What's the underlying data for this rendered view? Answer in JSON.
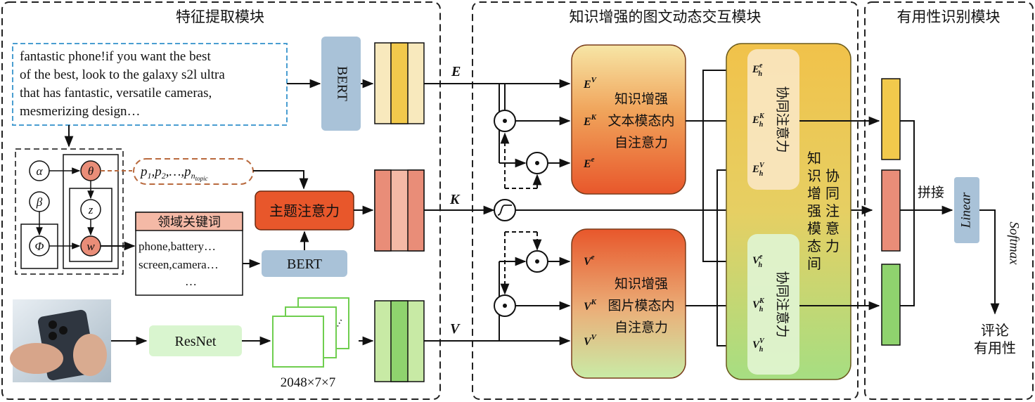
{
  "sections": {
    "feature": "特征提取模块",
    "interaction": "知识增强的图文动态交互模块",
    "usefulness": "有用性识别模块"
  },
  "review_text": [
    "fantastic phone!if you want the best",
    "of the best, look to the galaxy s2l ultra",
    "that has fantastic, versatile cameras,",
    "mesmerizing design…"
  ],
  "bert_top": "BERT",
  "bert_bottom": "BERT",
  "topic_words_label": "p1,p2,…,pntopic",
  "topic_attention": "主题注意力",
  "domain_keywords": {
    "title": "领域关键词",
    "lines": [
      "phone,battery…",
      "screen,camera…",
      "…"
    ]
  },
  "lda": {
    "alpha": "α",
    "beta": "β",
    "phi": "Φ",
    "theta": "θ",
    "z": "z",
    "w": "w"
  },
  "resnet": "ResNet",
  "feature_map_size": "2048×7×7",
  "vec_labels": {
    "E": "E",
    "K": "K",
    "V": "V"
  },
  "text_intra": [
    "知识增强",
    "文本模态内",
    "自注意力"
  ],
  "image_intra": [
    "知识增强",
    "图片模态内",
    "自注意力"
  ],
  "text_outputs": [
    "E^V",
    "E^K",
    "E^e"
  ],
  "image_outputs": [
    "V^e",
    "V^K",
    "V^V"
  ],
  "inter": [
    "知",
    "识",
    "增",
    "强",
    "模",
    "态",
    "间"
  ],
  "inter2": [
    "协",
    "同",
    "注",
    "意",
    "力"
  ],
  "coatt_top": "协同注意力",
  "coatt_bottom": "协同注意力",
  "coatt_top_inputs": [
    "E^e_h",
    "E^K_h",
    "E^V_h"
  ],
  "coatt_bottom_inputs": [
    "V^e_h",
    "V^K_h",
    "V^V_h"
  ],
  "concat": "拼接",
  "linear": "Linear",
  "softmax": "Softmax",
  "output": [
    "评论",
    "有用性"
  ],
  "colors": {
    "bert": "#a9c2d8",
    "topic_att": "#e8572b",
    "text_block_top": "#f6e3a2",
    "text_block_bottom": "#e9602e",
    "image_block_top": "#e9602e",
    "image_block_bottom": "#c8eaa5",
    "resnet": "#d9f5cf",
    "yellow": "#f2c94c",
    "salmon": "#e98d78",
    "green": "#8fd36e"
  }
}
